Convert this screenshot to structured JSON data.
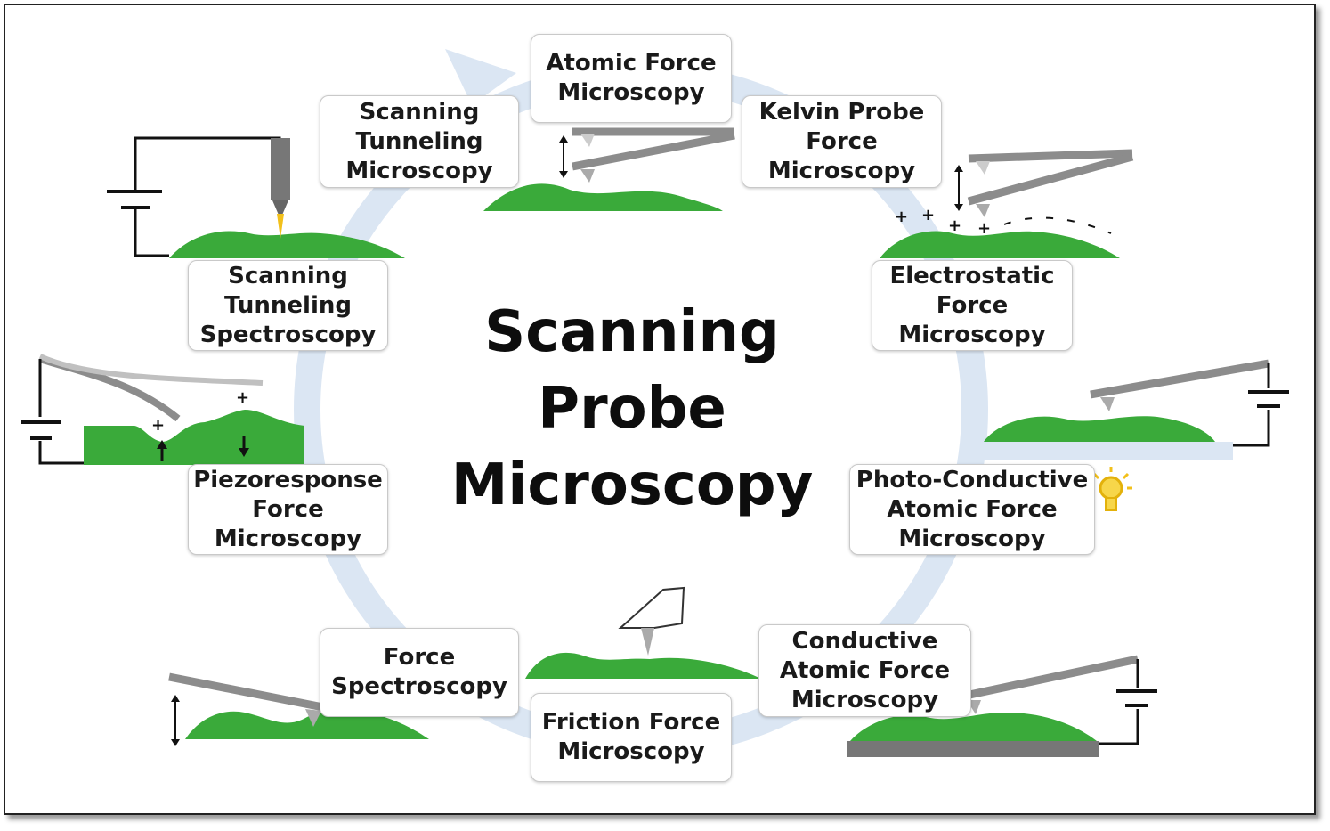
{
  "title": "Scanning\nProbe\nMicroscopy",
  "techniques": {
    "afm": "Atomic Force\nMicroscopy",
    "stm": "Scanning\nTunneling\nMicroscopy",
    "kpfm": "Kelvin Probe\nForce\nMicroscopy",
    "sts": "Scanning\nTunneling\nSpectroscopy",
    "efm": "Electrostatic\nForce\nMicroscopy",
    "pfm": "Piezoresponse\nForce\nMicroscopy",
    "pcafm": "Photo-Conductive\nAtomic Force\nMicroscopy",
    "fs": "Force\nSpectroscopy",
    "cafm": "Conductive\nAtomic Force\nMicroscopy",
    "ffm": "Friction Force\nMicroscopy"
  },
  "colors": {
    "sample": "#3aaa3a",
    "arrow": "#dbe6f3",
    "cantilever": "#8c8c8c",
    "bulb": "#f2c01b"
  },
  "icons": [
    "cycle-arrow",
    "cantilever-icon",
    "stm-tip-icon",
    "battery-icon",
    "light-bulb-icon",
    "friction-tip-icon"
  ]
}
